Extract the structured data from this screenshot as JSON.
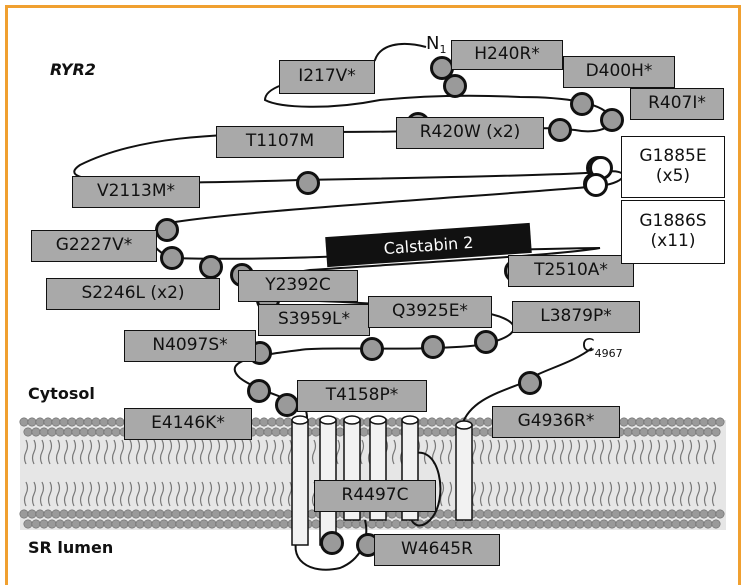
{
  "figure": {
    "title": "RYR2",
    "compartments": {
      "cytosol": "Cytosol",
      "sr_lumen": "SR lumen"
    },
    "termini": {
      "n": "N",
      "n_num": "1",
      "c": "C",
      "c_num": "4967"
    },
    "calstabin": "Calstabin 2",
    "mutations": [
      "H240R*",
      "I217V*",
      "D400H*",
      "R407I*",
      "R420W (x2)",
      "T1107M",
      "V2113M*",
      "G2227V*",
      "S2246L (x2)",
      "Y2392C",
      "T2510A*",
      "S3959L*",
      "Q3925E*",
      "L3879P*",
      "N4097S*",
      "T4158P*",
      "E4146K*",
      "G4936R*",
      "R4497C",
      "W4645R"
    ],
    "boxed_mutations": [
      {
        "line1": "G1885E",
        "line2": "(x5)"
      },
      {
        "line1": "G1886S",
        "line2": "(x11)"
      }
    ],
    "colors": {
      "frame": "#f0a030",
      "mutation_box": "#a9a9a9",
      "membrane_head": "#9a9a9a",
      "membrane_band": "#e6e6e6",
      "calstabin": "#111111"
    }
  }
}
